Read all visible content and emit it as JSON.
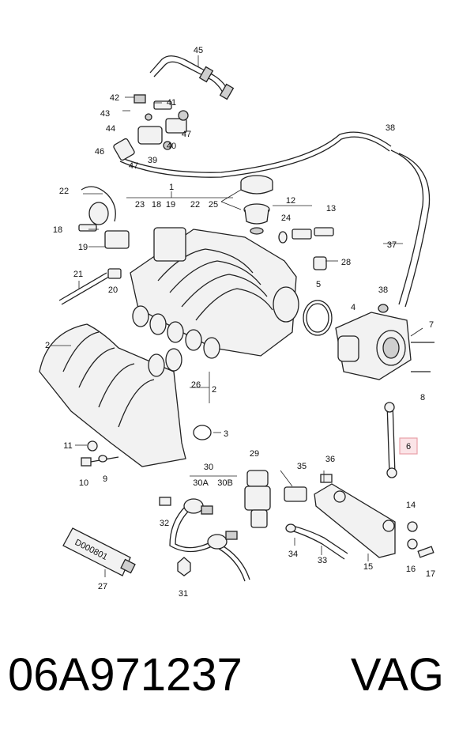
{
  "diagram": {
    "callouts": [
      {
        "id": "c45",
        "text": "45"
      },
      {
        "id": "c42",
        "text": "42"
      },
      {
        "id": "c41",
        "text": "41"
      },
      {
        "id": "c43",
        "text": "43"
      },
      {
        "id": "c44",
        "text": "44"
      },
      {
        "id": "c40",
        "text": "40"
      },
      {
        "id": "c47a",
        "text": "47"
      },
      {
        "id": "c46",
        "text": "46"
      },
      {
        "id": "c47b",
        "text": "47"
      },
      {
        "id": "c39",
        "text": "39"
      },
      {
        "id": "c38a",
        "text": "38"
      },
      {
        "id": "c22a",
        "text": "22"
      },
      {
        "id": "c1",
        "text": "1"
      },
      {
        "id": "c23",
        "text": "23"
      },
      {
        "id": "c18a",
        "text": "18"
      },
      {
        "id": "c19a",
        "text": "19"
      },
      {
        "id": "c22b",
        "text": "22"
      },
      {
        "id": "c25",
        "text": "25"
      },
      {
        "id": "c12",
        "text": "12"
      },
      {
        "id": "c24",
        "text": "24"
      },
      {
        "id": "c13",
        "text": "13"
      },
      {
        "id": "c18b",
        "text": "18"
      },
      {
        "id": "c19b",
        "text": "19"
      },
      {
        "id": "c37",
        "text": "37"
      },
      {
        "id": "c28",
        "text": "28"
      },
      {
        "id": "c21",
        "text": "21"
      },
      {
        "id": "c20",
        "text": "20"
      },
      {
        "id": "c5",
        "text": "5"
      },
      {
        "id": "c38b",
        "text": "38"
      },
      {
        "id": "c4",
        "text": "4"
      },
      {
        "id": "c2a",
        "text": "2"
      },
      {
        "id": "c7",
        "text": "7"
      },
      {
        "id": "c26",
        "text": "26"
      },
      {
        "id": "c2b",
        "text": "2"
      },
      {
        "id": "c8",
        "text": "8"
      },
      {
        "id": "c3",
        "text": "3"
      },
      {
        "id": "c11",
        "text": "11"
      },
      {
        "id": "c6",
        "text": "6"
      },
      {
        "id": "c10",
        "text": "10"
      },
      {
        "id": "c9",
        "text": "9"
      },
      {
        "id": "c29",
        "text": "29"
      },
      {
        "id": "c30",
        "text": "30"
      },
      {
        "id": "c35",
        "text": "35"
      },
      {
        "id": "c36",
        "text": "36"
      },
      {
        "id": "c30a",
        "text": "30A"
      },
      {
        "id": "c30b",
        "text": "30B"
      },
      {
        "id": "c32",
        "text": "32"
      },
      {
        "id": "c14",
        "text": "14"
      },
      {
        "id": "c34",
        "text": "34"
      },
      {
        "id": "c33",
        "text": "33"
      },
      {
        "id": "c16",
        "text": "16"
      },
      {
        "id": "c17",
        "text": "17"
      },
      {
        "id": "c15",
        "text": "15"
      },
      {
        "id": "c31",
        "text": "31"
      },
      {
        "id": "c27",
        "text": "27"
      }
    ],
    "tube_label": "D000801",
    "highlight_color": "#e8a0a8",
    "highlight_fill": "#fbe4e7"
  },
  "caption": {
    "part_number": "06A971237",
    "brand": "VAG"
  }
}
